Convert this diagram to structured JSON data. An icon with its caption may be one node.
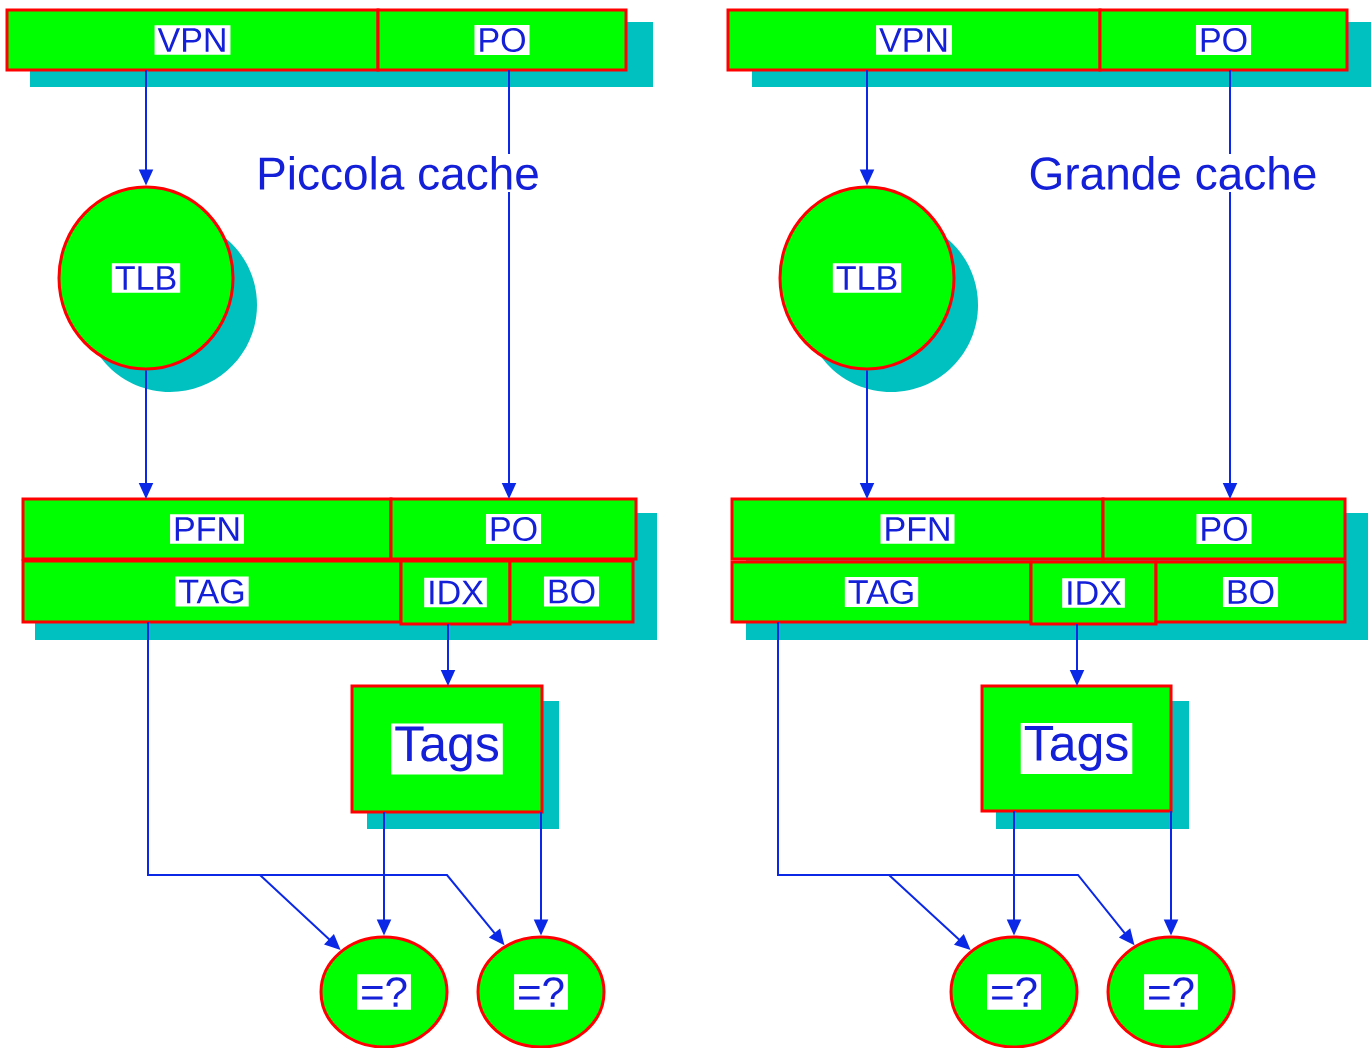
{
  "diagram": {
    "nodes": [
      {
        "text": [
          "VPN"
        ]
      },
      {
        "text": [
          "PO"
        ]
      },
      {
        "text": [
          "TLB"
        ]
      },
      {
        "text": [
          "PFN"
        ]
      },
      {
        "text": [
          "PO"
        ]
      },
      {
        "text": [
          "TAG"
        ]
      },
      {
        "text": [
          "IDX"
        ]
      },
      {
        "text": [
          "BO"
        ]
      },
      {
        "text": [
          "Tags"
        ]
      },
      {
        "text": [
          "=?"
        ]
      },
      {
        "text": [
          "=?"
        ]
      },
      {
        "text": [
          "VPN"
        ]
      },
      {
        "text": [
          "PO"
        ]
      },
      {
        "text": [
          "TLB"
        ]
      },
      {
        "text": [
          "PFN"
        ]
      },
      {
        "text": [
          "PO"
        ]
      },
      {
        "text": [
          "TAG"
        ]
      },
      {
        "text": [
          "IDX"
        ]
      },
      {
        "text": [
          "BO"
        ]
      },
      {
        "text": [
          "Tags"
        ]
      },
      {
        "text": [
          "=?"
        ]
      },
      {
        "text": [
          "=?"
        ]
      }
    ],
    "edges": [
      {
        "from": 0,
        "to": 2,
        "arrow": "to"
      },
      {
        "from": 1,
        "to": 4,
        "arrow": "to"
      },
      {
        "from": 2,
        "to": 3,
        "arrow": "to"
      },
      {
        "from": 6,
        "to": 8,
        "arrow": "to"
      },
      {
        "from": 5,
        "to": 9,
        "arrow": "to"
      },
      {
        "from": 5,
        "to": 10,
        "arrow": "to"
      },
      {
        "from": 8,
        "to": 9,
        "arrow": "to"
      },
      {
        "from": 8,
        "to": 10,
        "arrow": "to"
      },
      {
        "from": 11,
        "to": 13,
        "arrow": "to"
      },
      {
        "from": 12,
        "to": 15,
        "arrow": "to"
      },
      {
        "from": 13,
        "to": 14,
        "arrow": "to"
      },
      {
        "from": 17,
        "to": 19,
        "arrow": "to"
      },
      {
        "from": 16,
        "to": 20,
        "arrow": "to"
      },
      {
        "from": 16,
        "to": 21,
        "arrow": "to"
      },
      {
        "from": 19,
        "to": 20,
        "arrow": "to"
      },
      {
        "from": 19,
        "to": 21,
        "arrow": "to"
      }
    ],
    "labels": [
      "Piccola cache",
      "Grande cache"
    ]
  }
}
